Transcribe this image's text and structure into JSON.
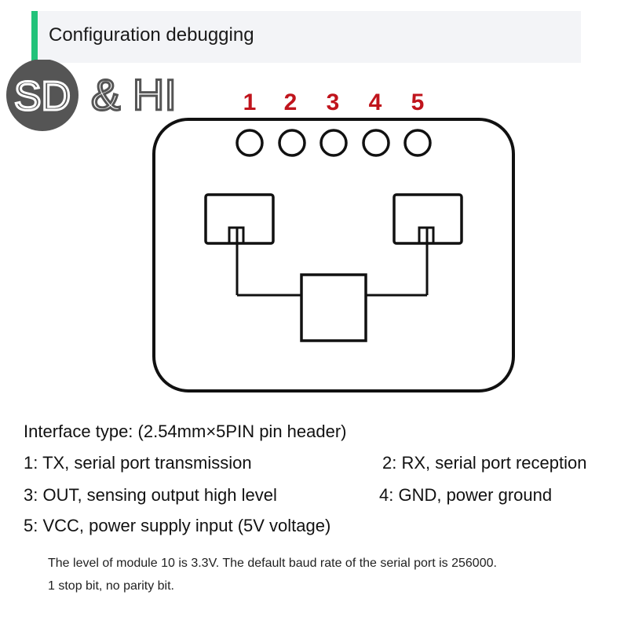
{
  "header": {
    "title": "Configuration debugging"
  },
  "logo": {
    "mark_text": "SD",
    "suffix_text": "& HI"
  },
  "diagram": {
    "pin_numbers": [
      "1",
      "2",
      "3",
      "4",
      "5"
    ],
    "pin_label_color": "#c0141c"
  },
  "specs": {
    "interface_type": "Interface type: (2.54mm×5PIN pin header)",
    "pin1": "1: TX, serial port transmission",
    "pin2": "2: RX, serial port reception",
    "pin3": "3: OUT, sensing output high level",
    "pin4": "4: GND, power ground",
    "pin5": "5: VCC, power supply input (5V voltage)"
  },
  "notes": {
    "line1": "The level of module 10 is 3.3V. The default baud rate of the serial port is 256000.",
    "line2": "1 stop bit, no parity bit."
  },
  "colors": {
    "accent": "#22c27a",
    "header_bg": "#f3f4f7",
    "logo_gray": "#555555"
  }
}
